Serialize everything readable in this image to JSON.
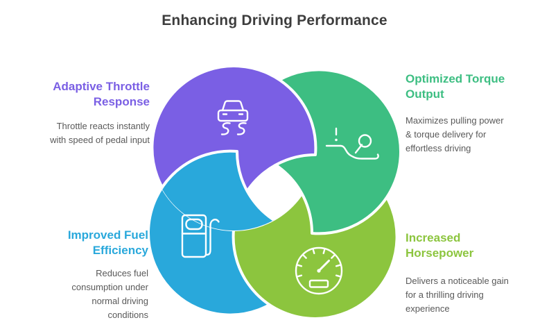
{
  "title": "Enhancing Driving Performance",
  "colors": {
    "purple": "#7A5FE4",
    "green": "#3DBE82",
    "blue": "#29A8DB",
    "lime": "#8CC53E",
    "title_text": "#3D3D3D",
    "body_text": "#595959",
    "icon_stroke": "#FFFFFF"
  },
  "segments": [
    {
      "label": "Adaptive Throttle\nResponse",
      "description": "Throttle reacts instantly\nwith speed of pedal input",
      "color_key": "purple",
      "icon": "car-skid-icon"
    },
    {
      "label": "Optimized Torque\nOutput",
      "description": "Maximizes pulling power\n& torque delivery for\neffortless driving",
      "color_key": "green",
      "icon": "gear-shifter-icon"
    },
    {
      "label": "Improved Fuel\nEfficiency",
      "description": "Reduces fuel\nconsumption under\nnormal driving\nconditions",
      "color_key": "blue",
      "icon": "fuel-pump-icon"
    },
    {
      "label": "Increased\nHorsepower",
      "description": "Delivers a noticeable gain\nfor a thrilling driving\nexperience",
      "color_key": "lime",
      "icon": "speedometer-icon"
    }
  ]
}
